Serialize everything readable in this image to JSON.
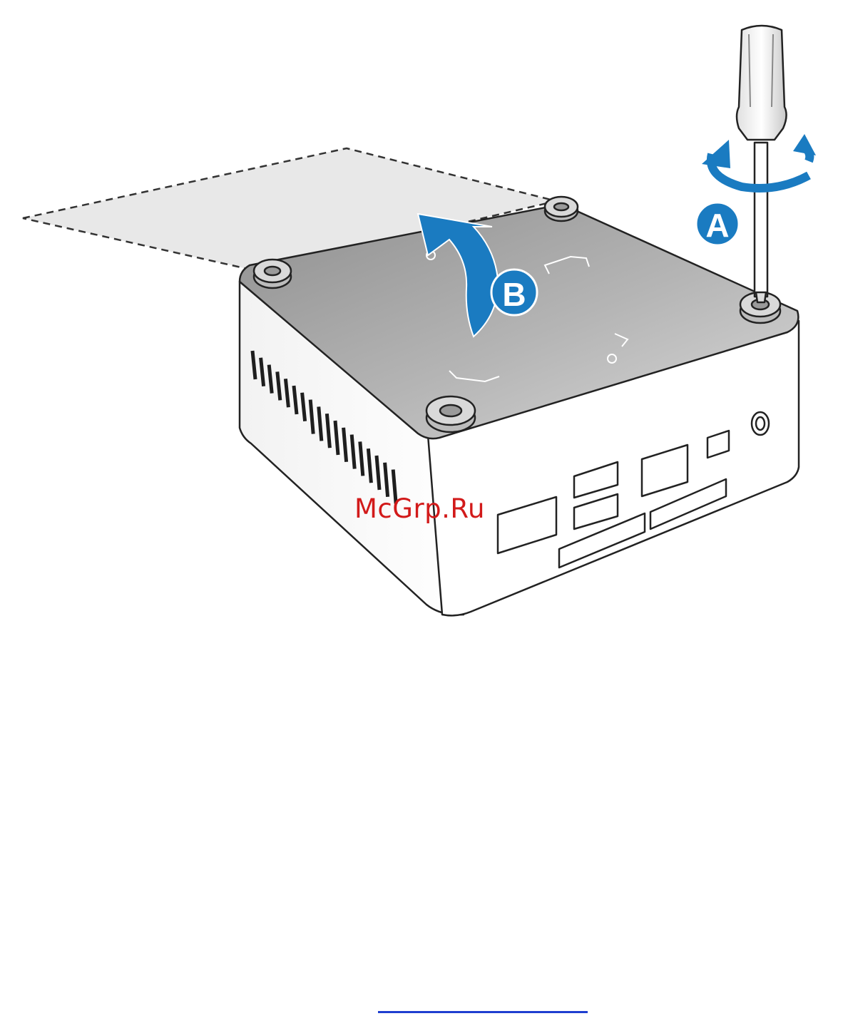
{
  "figure": {
    "callout_a": "A",
    "callout_b": "B",
    "watermark": "McGrp.Ru"
  },
  "colors": {
    "accent_blue": "#1a7bc1",
    "outline": "#222222",
    "panel_gray": "#a8a8a8",
    "ghost_panel": "#e8e8e8",
    "watermark_red": "#d21a1a",
    "link_blue": "#1f3fd0"
  },
  "icons": [
    "screwdriver-icon",
    "rotate-arrow-icon",
    "lift-arrow-icon"
  ]
}
